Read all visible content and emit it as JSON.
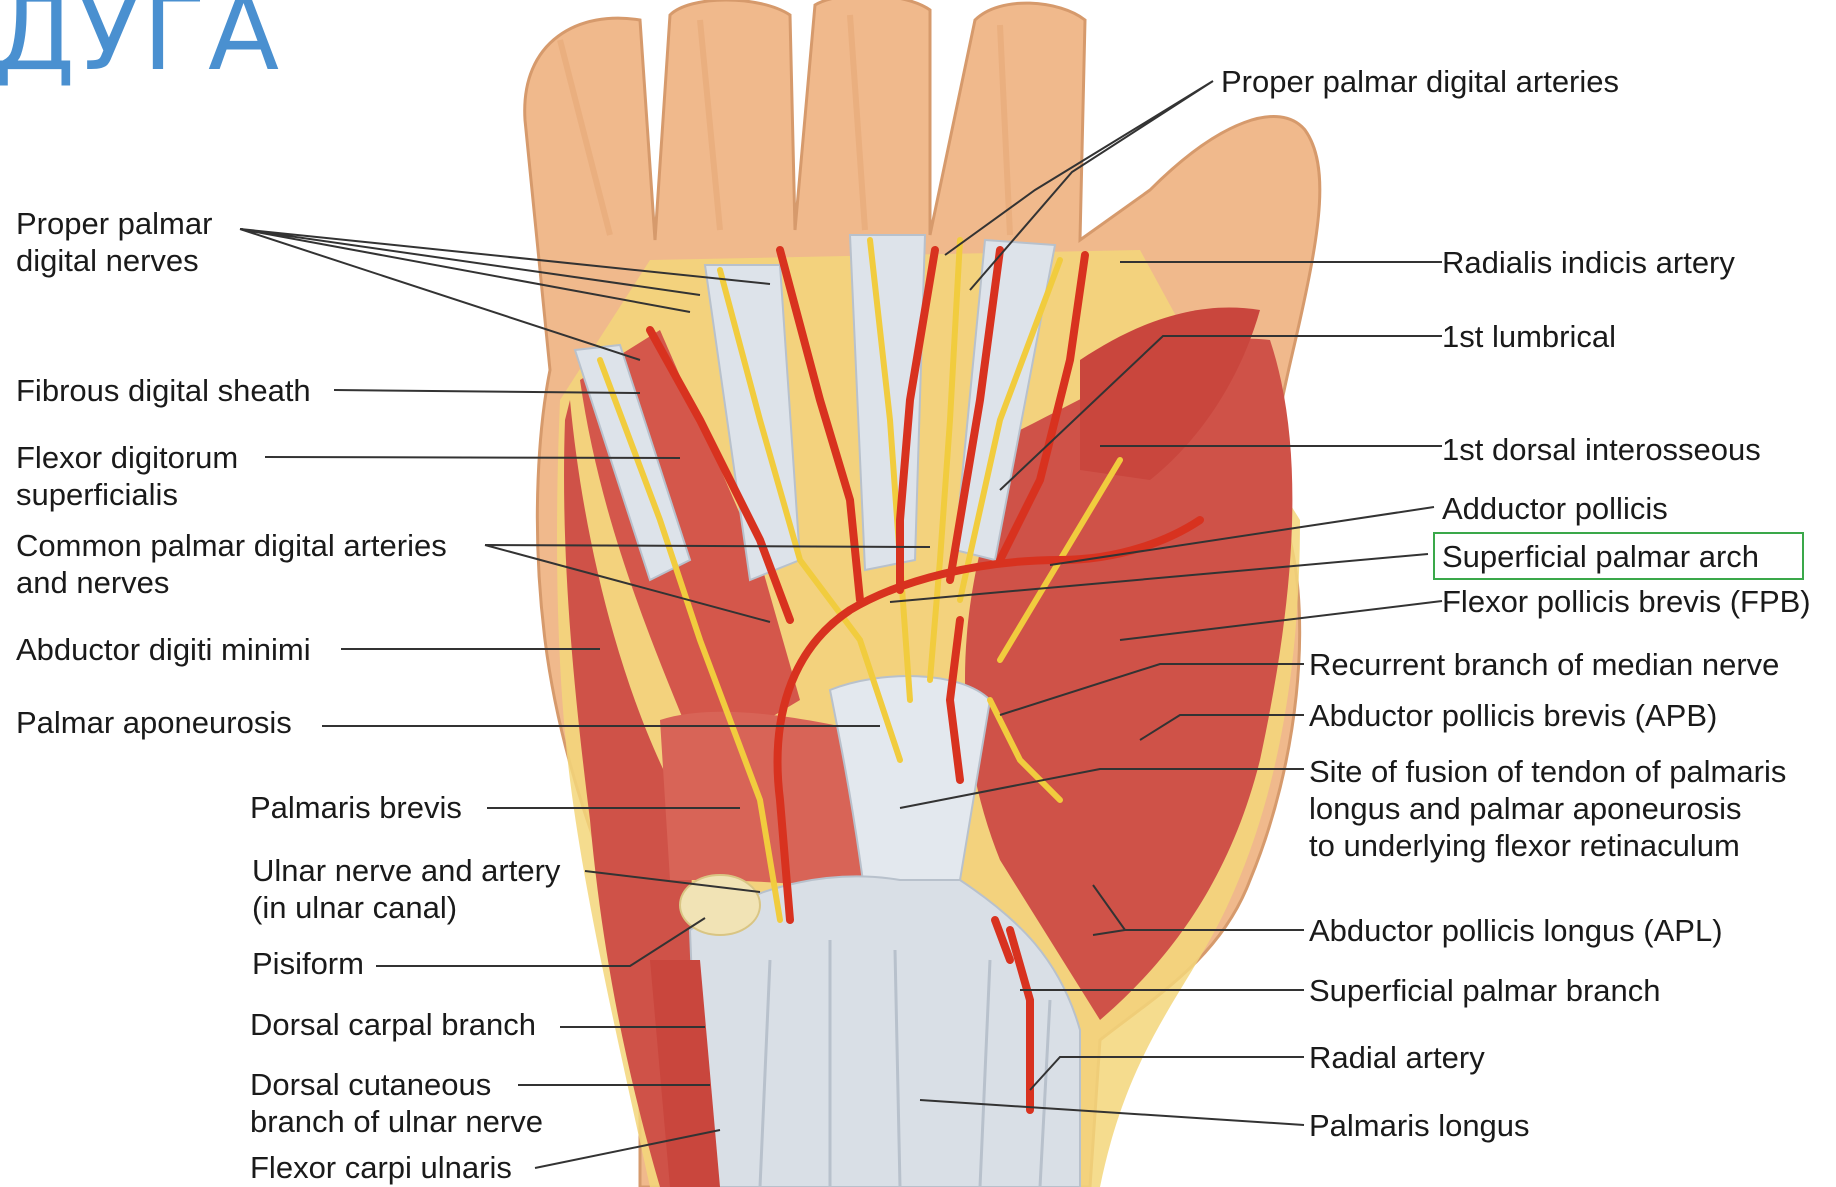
{
  "slide_title": "ДУГА",
  "colors": {
    "title": "#4a90d0",
    "highlight_box": "#3aa84a",
    "skin": "#f0b98c",
    "muscle": "#cf5248",
    "tendon": "#dde3ea",
    "artery": "#d8321f",
    "nerve": "#f1cc3e",
    "label_text": "#1a1a1a",
    "leader_line": "#333333"
  },
  "highlighted_label": "superficial_palmar_arch",
  "labels": {
    "proper_palmar_digital_arteries": "Proper palmar digital arteries",
    "proper_palmar_digital_nerves": "Proper palmar\ndigital nerves",
    "radialis_indicis_artery": "Radialis indicis artery",
    "first_lumbrical": "1st lumbrical",
    "fibrous_digital_sheath": "Fibrous digital sheath",
    "flexor_digitorum_superficialis": "Flexor digitorum\nsuperficialis",
    "first_dorsal_interosseous": "1st dorsal interosseous",
    "adductor_pollicis": "Adductor pollicis",
    "common_palmar_digital": "Common palmar digital arteries\nand nerves",
    "superficial_palmar_arch": "Superficial palmar arch",
    "flexor_pollicis_brevis": "Flexor pollicis brevis (FPB)",
    "abductor_digiti_minimi": "Abductor digiti minimi",
    "recurrent_branch_median_nerve": "Recurrent branch of median nerve",
    "palmar_aponeurosis": "Palmar aponeurosis",
    "abductor_pollicis_brevis": "Abductor pollicis brevis (APB)",
    "site_of_fusion": "Site of fusion of tendon of palmaris\nlongus and palmar aponeurosis\nto underlying flexor retinaculum",
    "palmaris_brevis": "Palmaris brevis",
    "ulnar_nerve_and_artery": "Ulnar nerve and artery\n(in ulnar canal)",
    "abductor_pollicis_longus": "Abductor pollicis longus (APL)",
    "pisiform": "Pisiform",
    "superficial_palmar_branch": "Superficial palmar branch",
    "dorsal_carpal_branch": "Dorsal carpal branch",
    "radial_artery": "Radial artery",
    "dorsal_cutaneous_branch": "Dorsal cutaneous\nbranch of ulnar nerve",
    "palmaris_longus": "Palmaris longus",
    "flexor_carpi_ulnaris": "Flexor carpi ulnaris"
  }
}
